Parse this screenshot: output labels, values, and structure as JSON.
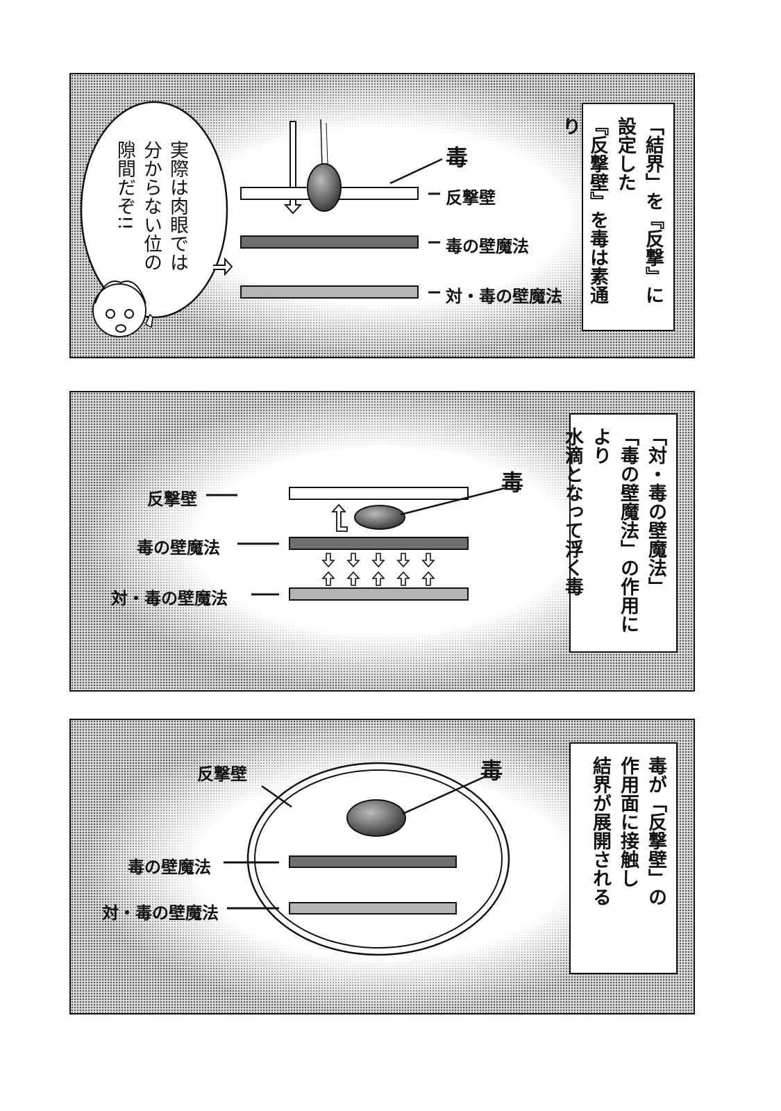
{
  "panels": [
    {
      "caption": [
        "「結界」を『反撃』に設定した",
        "『反撃壁』を毒は素通り"
      ],
      "speech_bubble": [
        "実際は肉眼では",
        "分からない位の",
        "隙間だぞ!!"
      ],
      "labels": {
        "poison": "毒",
        "counter_wall": "反撃壁",
        "poison_wall": "毒の壁魔法",
        "anti_poison_wall": "対・毒の壁魔法"
      }
    },
    {
      "caption": [
        "「対・毒の壁魔法」",
        "「毒の壁魔法」の作用により",
        "水滴となって浮く毒"
      ],
      "labels": {
        "poison": "毒",
        "counter_wall": "反撃壁",
        "poison_wall": "毒の壁魔法",
        "anti_poison_wall": "対・毒の壁魔法"
      }
    },
    {
      "caption": [
        "毒が「反撃壁」の",
        "作用面に接触し",
        "結界が展開される"
      ],
      "labels": {
        "poison": "毒",
        "counter_wall": "反撃壁",
        "poison_wall": "毒の壁魔法",
        "anti_poison_wall": "対・毒の壁魔法"
      }
    }
  ],
  "colors": {
    "counter_wall": "#ffffff",
    "poison_wall": "#6e6e6e",
    "anti_poison_wall": "#b4b4b4",
    "ink": "#111111"
  }
}
